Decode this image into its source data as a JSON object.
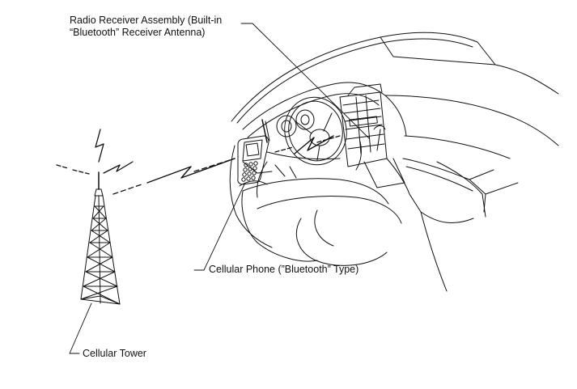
{
  "labels": {
    "radio_line1": "Radio Receiver Assembly (Built-in",
    "radio_line2": "“Bluetooth” Receiver Antenna)",
    "phone": "Cellular Phone (”Bluetooth” Type)",
    "tower": "Cellular Tower"
  },
  "colors": {
    "ink": "#111111",
    "background": "#ffffff"
  }
}
